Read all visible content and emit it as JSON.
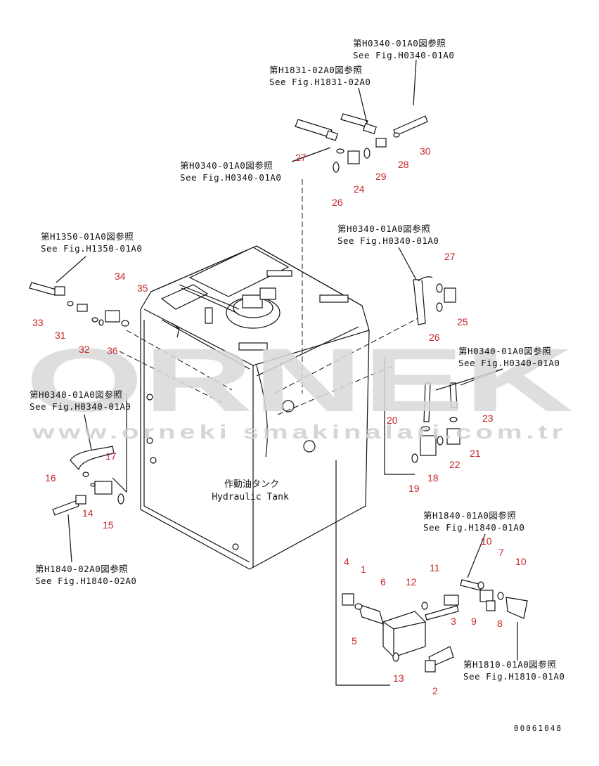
{
  "watermark": {
    "brand": "ORNEK",
    "url": "www.orneki smakinalari.com.tr"
  },
  "tank_label": {
    "japanese": "作動油タンク",
    "english": "Hydraulic Tank"
  },
  "drawing_code": "00061048",
  "references": [
    {
      "jp": "第H0340-01A0図参照",
      "en": "See Fig.H0340-01A0"
    },
    {
      "jp": "第H1831-02A0図参照",
      "en": "See Fig.H1831-02A0"
    },
    {
      "jp": "第H0340-01A0図参照",
      "en": "See Fig.H0340-01A0"
    },
    {
      "jp": "第H1350-01A0図参照",
      "en": "See Fig.H1350-01A0"
    },
    {
      "jp": "第H0340-01A0図参照",
      "en": "See Fig.H0340-01A0"
    },
    {
      "jp": "第H0340-01A0図参照",
      "en": "See Fig.H0340-01A0"
    },
    {
      "jp": "第H0340-01A0図参照",
      "en": "See Fig.H0340-01A0"
    },
    {
      "jp": "第H1840-01A0図参照",
      "en": "See Fig.H1840-01A0"
    },
    {
      "jp": "第H1840-02A0図参照",
      "en": "See Fig.H1840-02A0"
    },
    {
      "jp": "第H1810-01A0図参照",
      "en": "See Fig.H1810-01A0"
    }
  ],
  "part_numbers": [
    "30",
    "28",
    "29",
    "27",
    "24",
    "26",
    "34",
    "35",
    "33",
    "31",
    "32",
    "36",
    "27",
    "25",
    "26",
    "23",
    "20",
    "21",
    "22",
    "19",
    "18",
    "17",
    "16",
    "14",
    "15",
    "10",
    "7",
    "10",
    "11",
    "4",
    "1",
    "6",
    "12",
    "9",
    "8",
    "3",
    "5",
    "13",
    "2"
  ],
  "colors": {
    "callout": "#c8262a",
    "ink": "#111111",
    "watermark": "#d9d9d9"
  }
}
